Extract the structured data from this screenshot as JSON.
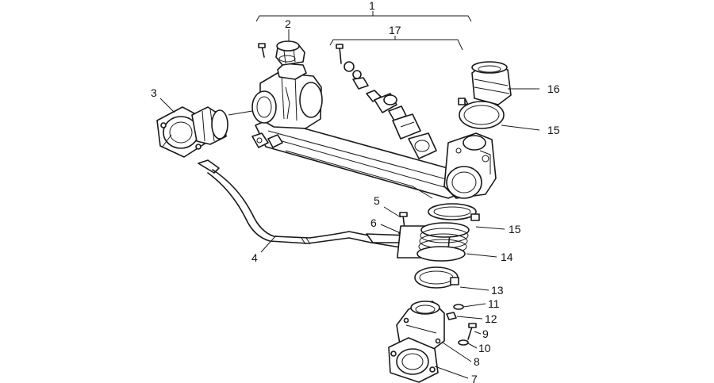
{
  "callouts": {
    "c1": "1",
    "c2": "2",
    "c3": "3",
    "c4": "4",
    "c5": "5",
    "c6": "6",
    "c7": "7",
    "c8": "8",
    "c9": "9",
    "c10": "10",
    "c11": "11",
    "c12": "12",
    "c13": "13",
    "c14": "14",
    "c15a": "15",
    "c15b": "15",
    "c16": "16",
    "c17": "17"
  },
  "colors": {
    "line": "#1a1a1a",
    "background": "#ffffff"
  }
}
